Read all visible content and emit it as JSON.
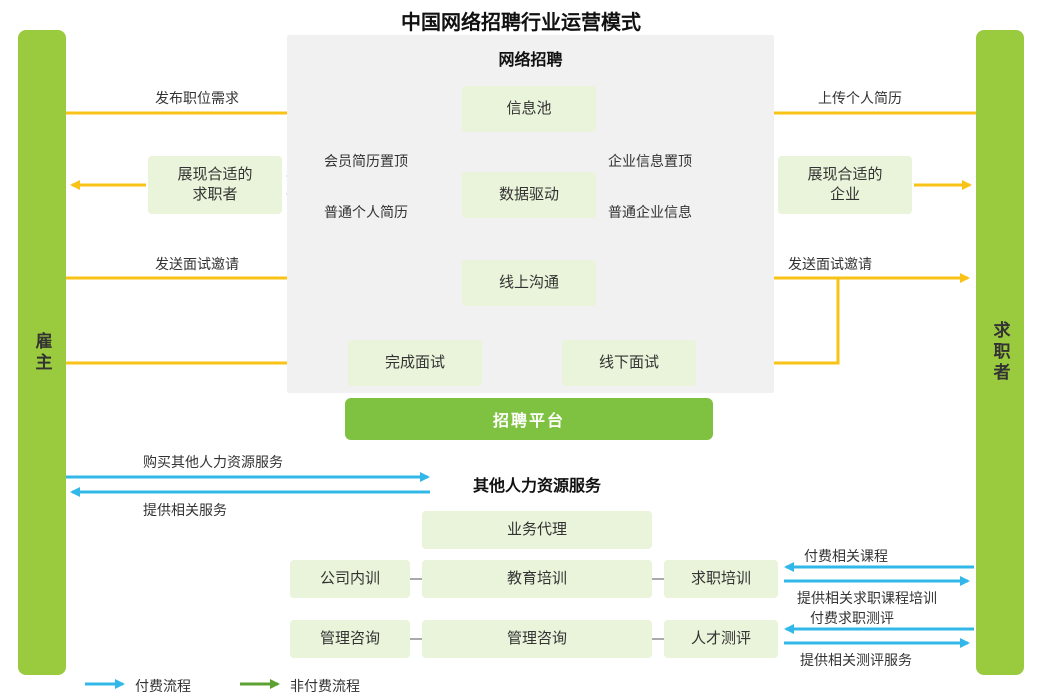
{
  "title": "中国网络招聘行业运营模式",
  "actors": {
    "employer": "雇主",
    "job_seeker": "求职者"
  },
  "recruitment_panel": {
    "heading": "网络招聘",
    "nodes": {
      "info_pool": "信息池",
      "data_driven": "数据驱动",
      "online_communication": "线上沟通",
      "offline_interview": "线下面试",
      "complete_interview": "完成面试"
    }
  },
  "side_nodes": {
    "show_suitable_candidates": "展现合适的\n求职者",
    "show_suitable_companies": "展现合适的\n企业"
  },
  "platform": {
    "label": "招聘平台"
  },
  "hr_services": {
    "heading": "其他人力资源服务",
    "nodes": {
      "business_agency": "业务代理",
      "company_internal_training": "公司内训",
      "education_training": "教育培训",
      "job_seeking_training": "求职培训",
      "management_consulting_left": "管理咨询",
      "management_consulting_center": "管理咨询",
      "talent_assessment": "人才测评"
    }
  },
  "flow_labels": {
    "publish_job_demand": "发布职位需求",
    "upload_resume": "上传个人简历",
    "member_resume_top": "会员简历置顶",
    "ordinary_resume": "普通个人简历",
    "company_info_top": "企业信息置顶",
    "ordinary_company_info": "普通企业信息",
    "send_interview_invite_left": "发送面试邀请",
    "send_interview_invite_right": "发送面试邀请",
    "buy_other_hr_services": "购买其他人力资源服务",
    "provide_related_services": "提供相关服务",
    "pay_related_courses": "付费相关课程",
    "provide_job_course_training": "提供相关求职课程培训",
    "pay_job_assessment": "付费求职测评",
    "provide_assessment_services": "提供相关测评服务"
  },
  "legend": {
    "paid_flow": "付费流程",
    "unpaid_flow": "非付费流程"
  },
  "colors": {
    "green_bar": "#9aca3e",
    "platform_green": "#7fc241",
    "light_green_box": "#e9f4da",
    "panel_gray": "#f1f1f1",
    "arrow_yellow": "#f9c216",
    "arrow_blue": "#31b8e9",
    "arrow_green": "#5ea133",
    "text_dark": "#333333"
  }
}
